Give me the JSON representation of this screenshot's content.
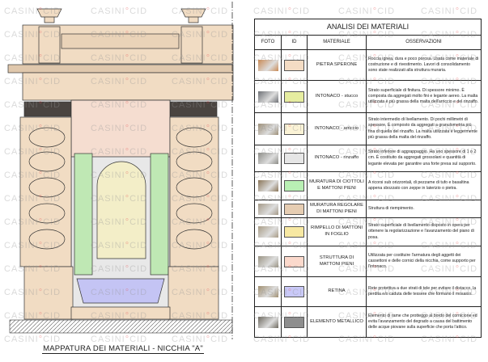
{
  "drawing": {
    "caption": "MAPPATURA DEI MATERIALI - NICCHIA \"A\""
  },
  "watermark": {
    "a": "CASINI",
    "dot": "°",
    "b": "CID"
  },
  "table": {
    "title": "ANALISI DEI MATERIALI",
    "headers": [
      "FOTO",
      "ID",
      "MATERIALE",
      "OSSERVAZIONI"
    ],
    "rows": [
      {
        "material": "PIETRA SPERONE",
        "swatch": "#f4dcc4",
        "photo": "#c98a55",
        "notes": "Roccia ignea, dura e poco porosa. Usata come materiale di costruzione e di rivestimento. Lavori di consolidamento sono state realizzati alla struttura muraria."
      },
      {
        "material": "INTONACO - stucco",
        "swatch": "#e6eda0",
        "photo": "#6d7075",
        "notes": "Strato superficiale di finitura. Di spessore minimo. È composta da aggregati molto fini e legante aereo. La malta utilizzata è più grassa della malta dell'arriccio e del rinzaffo."
      },
      {
        "material": "INTONACO - arriccio",
        "swatch": "#fbf3d6",
        "photo": "#9d8f78",
        "notes": "Strato intermedio di livellamento. Di pochi millimetri di spessore. È composto da aggregati a granulometria più fina di quella del rinzaffo. La malta utilizzata è leggermente più grassa della malta del rinzaffo."
      },
      {
        "material": "INTONACO - rinzaffo",
        "swatch": "#e6e6e6",
        "photo": "#8d8d88",
        "notes": "Strato inferiore di aggrappaggio. Ha uno spessore di 1 o 2 cm. È costituito da aggregati grossolani e quantità di legante elevata per garantire una forte presa sul supporto."
      },
      {
        "material": "MURATURA DI CIOTTOLI E MATTONI PIENI",
        "swatch": "#b9f0b4",
        "photo": "#8a7558",
        "notes": "A ricorsi sub orizzontali, di pezzame di tufo e basaltina appena sbozzato con zeppe in laterizio o pietra."
      },
      {
        "material": "MURATURA REGOLARE DI MATTONI PIENI",
        "swatch": "#e6cdb2",
        "photo": "#a59a88",
        "notes": "Struttura di riempimento."
      },
      {
        "material": "RIMPELLO DI MATTONI IN FOGLIO",
        "swatch": "#f7e8a2",
        "photo": "#a89c86",
        "notes": "Strato superficiale di livellamento disposto in opera per ottenere la regolarizzazione e l'avanzamento del piano di posa."
      },
      {
        "material": "STRUTTURA DI MATTONI PIENI",
        "swatch": "#fbd9cc",
        "photo": "#9a9484",
        "notes": "Utilizzata per costituire l'armatura degli aggetti dei cassettoni e delle cornici della nicchia, come supporto per l'intonaco."
      },
      {
        "material": "RETINA",
        "swatch": "#c9c9f8",
        "photo": "#a08f70",
        "notes": "Rete protettiva a due strati di tele per evitare il distacco, la perdita e/o caduta delle tessere che formano il mosaico."
      },
      {
        "material": "ELEMENTO METALLICO",
        "swatch": "#8e8e8e",
        "photo": "#6e6a60",
        "notes": "Elemento di rame che protteggo al bordo del cornicione ed evita l'avanzamento del degrado a causa del battimento delle acque piovane sulla superficie che porta l'attico."
      }
    ]
  }
}
